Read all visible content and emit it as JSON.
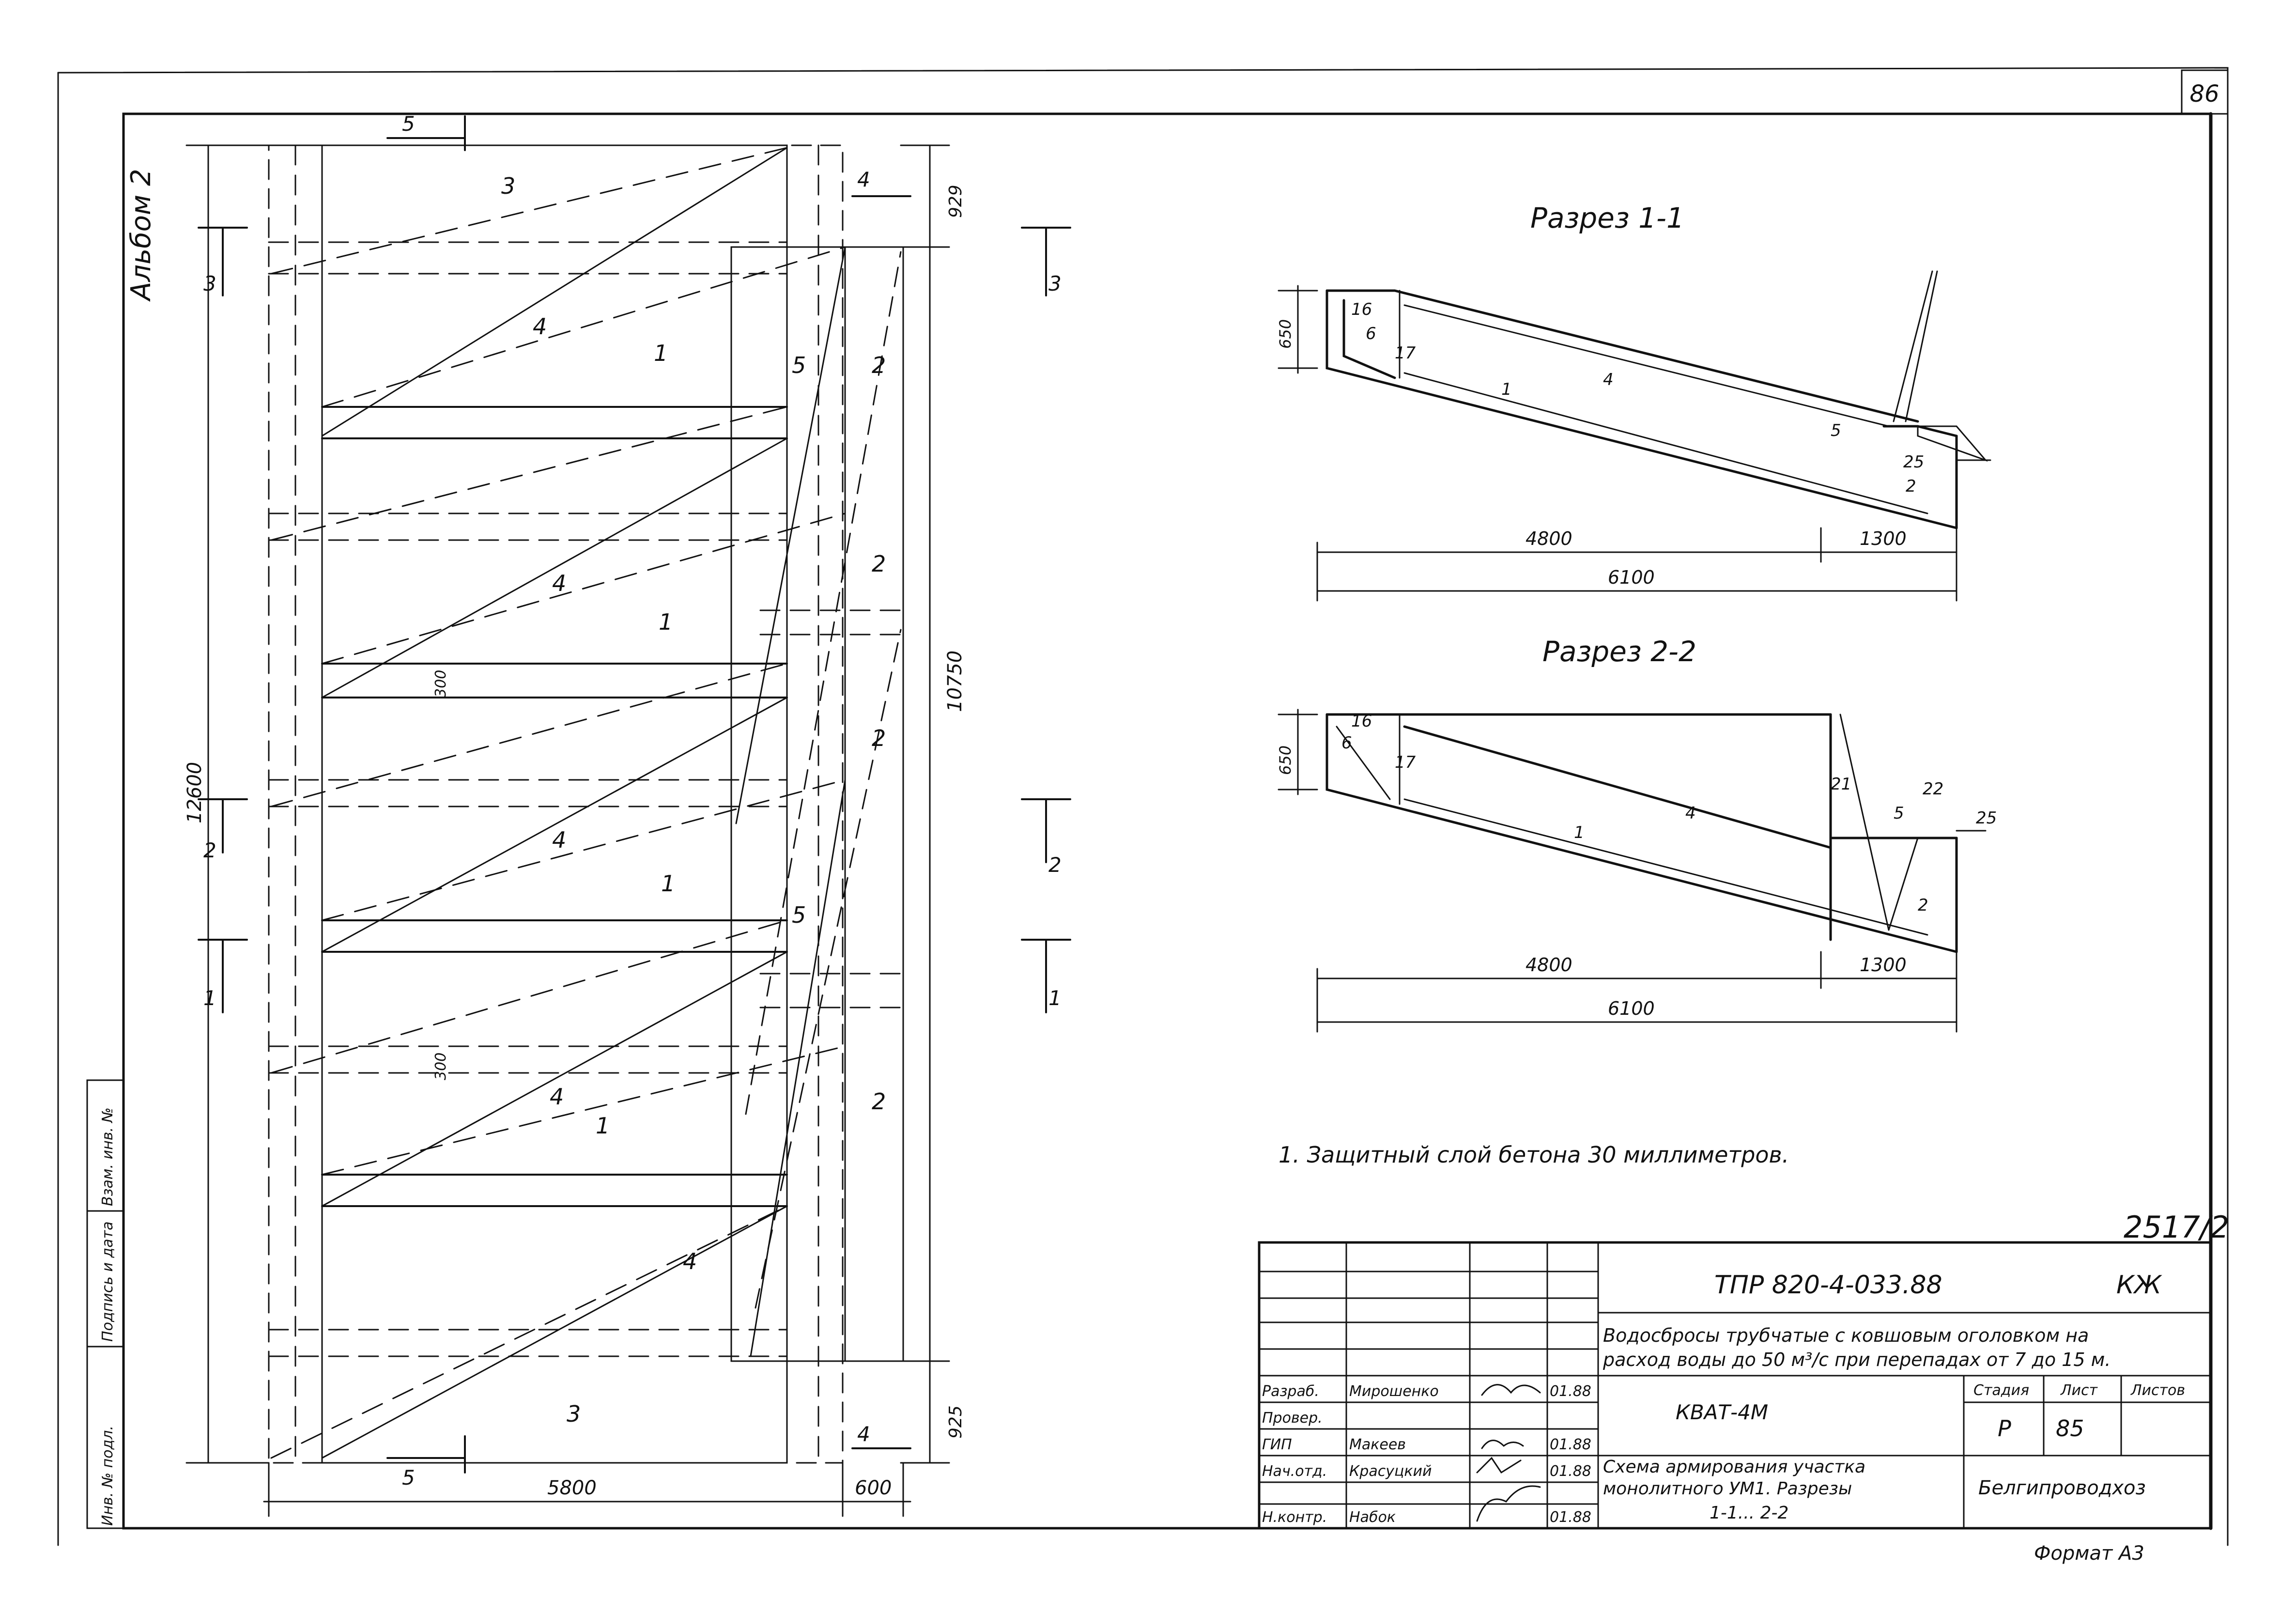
{
  "sheet": {
    "page_number": "86",
    "album": "Альбом 2",
    "drawing_code": "2517/2",
    "format": "Формат А3",
    "left_stamp": [
      "Инв. № подл.",
      "Подпись и дата",
      "Взам. инв. №"
    ]
  },
  "plan": {
    "dims": {
      "total_length": "12600",
      "right_length": "10750",
      "width": "5800",
      "right_width": "600",
      "top_offset": "929",
      "bottom_offset": "925",
      "band1": "300",
      "band2": "300"
    },
    "section_marks": {
      "s5": "5",
      "s4": "4",
      "s3": "3",
      "s2": "2",
      "s1": "1"
    },
    "labels": {
      "l1": "1",
      "l2": "2",
      "l3": "3",
      "l4": "4",
      "l5": "5"
    }
  },
  "section11": {
    "title": "Разрез 1-1",
    "height": "650",
    "len_a": "4800",
    "len_b": "1300",
    "len_total": "6100",
    "labels": {
      "p1": "1",
      "p2": "2",
      "p4": "4",
      "p5": "5",
      "p6": "6",
      "p16": "16",
      "p17": "17",
      "p25": "25"
    }
  },
  "section22": {
    "title": "Разрез 2-2",
    "height": "650",
    "len_a": "4800",
    "len_b": "1300",
    "len_total": "6100",
    "labels": {
      "p1": "1",
      "p2": "2",
      "p4": "4",
      "p5": "5",
      "p6": "6",
      "p16": "16",
      "p17": "17",
      "p21": "21",
      "p22": "22",
      "p25": "25"
    }
  },
  "note": "1. Защитный слой бетона 30 миллиметров.",
  "title_block": {
    "project_code": "ТПР 820-4-033.88",
    "mark": "КЖ",
    "description_line1": "Водосбросы трубчатые с ковшовым оголовком на",
    "description_line2": "расход воды до 50 м³/с при перепадах от 7 до 15 м.",
    "object_code": "КВАТ-4М",
    "sheet_title_line1": "Схема армирования участка",
    "sheet_title_line2": "монолитного УМ1. Разрезы",
    "sheet_title_line3": "1-1... 2-2",
    "stage_label": "Стадия",
    "sheet_label": "Лист",
    "sheets_label": "Листов",
    "stage": "Р",
    "sheet": "85",
    "sheets": "",
    "organization": "Белгипроводхоз",
    "roles": [
      {
        "role": "Разраб.",
        "name": "Мирошенко",
        "date": "01.88"
      },
      {
        "role": "Провер.",
        "name": "",
        "date": ""
      },
      {
        "role": "ГИП",
        "name": "Макеев",
        "date": "01.88"
      },
      {
        "role": "Нач.отд.",
        "name": "Красуцкий",
        "date": "01.88"
      },
      {
        "role": "",
        "name": "",
        "date": ""
      },
      {
        "role": "Н.контр.",
        "name": "Набок",
        "date": "01.88"
      }
    ]
  }
}
